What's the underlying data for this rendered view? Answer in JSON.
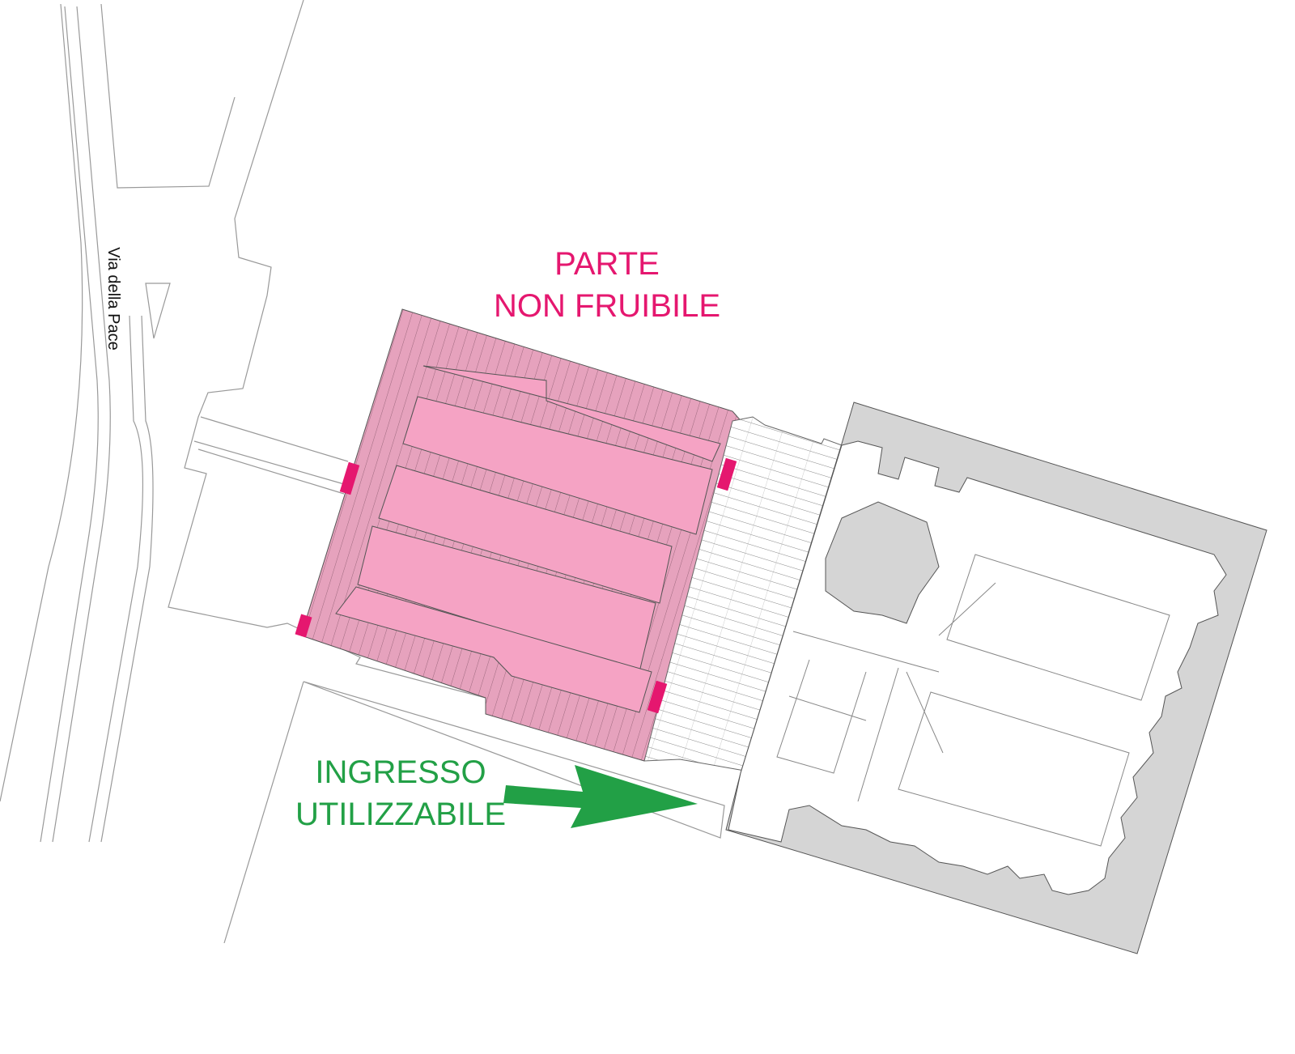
{
  "labels": {
    "street": "Via della Pace",
    "restricted_line1": "PARTE",
    "restricted_line2": "NON FRUIBILE",
    "entrance_line1": "INGRESSO",
    "entrance_line2": "UTILIZZABILE"
  },
  "colors": {
    "restricted_text": "#e5176f",
    "restricted_fill": "#f5a3c4",
    "restricted_dark": "#e6a2bd",
    "entrance_text": "#22a046",
    "building_gray": "#d5d5d5"
  }
}
